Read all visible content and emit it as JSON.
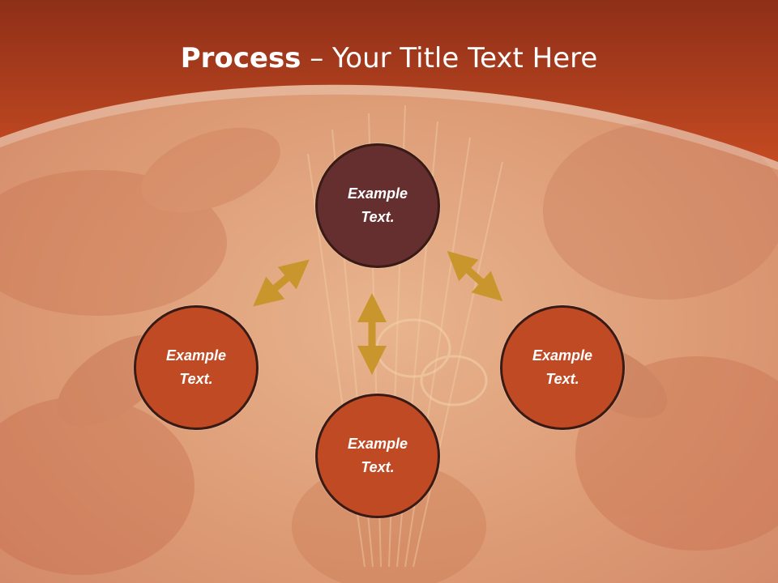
{
  "slide": {
    "title_bold": "Process",
    "title_rest": " – Your Title Text Here"
  },
  "nodes": [
    {
      "id": "top",
      "line1": "Example",
      "line2": "Text."
    },
    {
      "id": "left",
      "line1": "Example",
      "line2": "Text."
    },
    {
      "id": "right",
      "line1": "Example",
      "line2": "Text."
    },
    {
      "id": "bottom",
      "line1": "Example",
      "line2": "Text."
    }
  ],
  "colors": {
    "header": "#b84420",
    "top_node": "#652e2f",
    "node": "#bf4a24",
    "arrow": "#c9962e"
  }
}
